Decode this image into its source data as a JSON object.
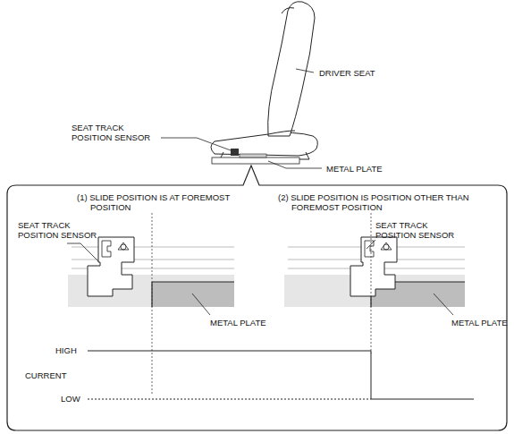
{
  "diagram": {
    "labels": [
      "SEAT TRACK POSITION SENSOR",
      "DRIVER SEAT",
      "METAL PLATE",
      "(1) SLIDE POSITION IS AT FOREMOST POSITION",
      "(2) SLIDE POSITION IS POSITION OTHER THAN FOREMOST POSITION",
      "SEAT TRACK POSITION SENSOR",
      "METAL PLATE",
      "SEAT TRACK POSITION SENSOR",
      "METAL PLATE",
      "HIGH",
      "CURRENT",
      "LOW"
    ]
  }
}
